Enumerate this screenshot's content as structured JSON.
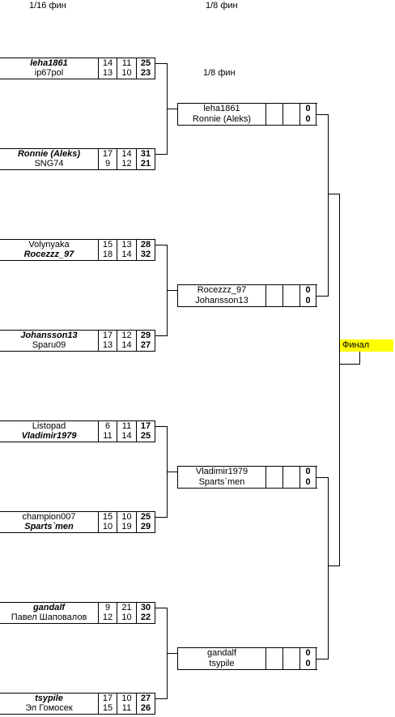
{
  "headers": {
    "r16": "1/16 фин",
    "r8": "1/8 фин",
    "r8b": "1/8 фин",
    "final": "Финал"
  },
  "first_round": [
    {
      "name": "leha1861",
      "s1": "14",
      "s2": "11",
      "total": "25",
      "winner": true
    },
    {
      "name": "ip67pol",
      "s1": "13",
      "s2": "10",
      "total": "23",
      "winner": false
    },
    {
      "name": "Ronnie (Aleks)",
      "s1": "17",
      "s2": "14",
      "total": "31",
      "winner": true
    },
    {
      "name": "SNG74",
      "s1": "9",
      "s2": "12",
      "total": "21",
      "winner": false
    },
    {
      "name": "Volynyaka",
      "s1": "15",
      "s2": "13",
      "total": "28",
      "winner": false
    },
    {
      "name": "Rocezzz_97",
      "s1": "18",
      "s2": "14",
      "total": "32",
      "winner": true
    },
    {
      "name": "Johansson13",
      "s1": "17",
      "s2": "12",
      "total": "29",
      "winner": true
    },
    {
      "name": "Sparu09",
      "s1": "13",
      "s2": "14",
      "total": "27",
      "winner": false
    },
    {
      "name": "Listopad",
      "s1": "6",
      "s2": "11",
      "total": "17",
      "winner": false
    },
    {
      "name": "Vladimir1979",
      "s1": "11",
      "s2": "14",
      "total": "25",
      "winner": true
    },
    {
      "name": "champion007",
      "s1": "15",
      "s2": "10",
      "total": "25",
      "winner": false
    },
    {
      "name": "Sparts`men",
      "s1": "10",
      "s2": "19",
      "total": "29",
      "winner": true
    },
    {
      "name": "gandalf",
      "s1": "9",
      "s2": "21",
      "total": "30",
      "winner": true
    },
    {
      "name": "Павел Шаповалов",
      "s1": "12",
      "s2": "10",
      "total": "22",
      "winner": false
    },
    {
      "name": "tsypile",
      "s1": "17",
      "s2": "10",
      "total": "27",
      "winner": true
    },
    {
      "name": "Эл Гомосек",
      "s1": "15",
      "s2": "11",
      "total": "26",
      "winner": false
    }
  ],
  "second_round": [
    {
      "name": "leha1861",
      "total": "0"
    },
    {
      "name": "Ronnie (Aleks)",
      "total": "0"
    },
    {
      "name": "Rocezzz_97",
      "total": "0"
    },
    {
      "name": "Johansson13",
      "total": "0"
    },
    {
      "name": "Vladimir1979",
      "total": "0"
    },
    {
      "name": "Sparts`men",
      "total": "0"
    },
    {
      "name": "gandalf",
      "total": "0"
    },
    {
      "name": "tsypile",
      "total": "0"
    }
  ]
}
